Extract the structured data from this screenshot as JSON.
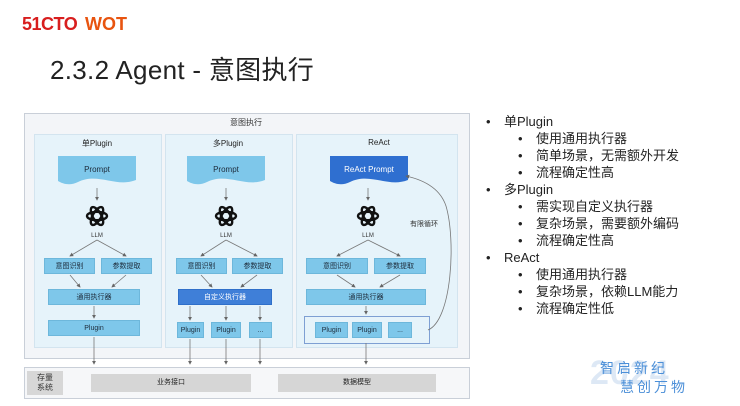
{
  "header": {
    "logo_51cto": "51CTO",
    "logo_wot": "WOT",
    "title": "2.3.2 Agent - 意图执行"
  },
  "diagram": {
    "outer_title": "意图执行",
    "columns": [
      {
        "title": "单Plugin",
        "prompt": "Prompt",
        "llm": "LLM",
        "intent": "意图识别",
        "param": "参数提取",
        "executor": "通用执行器",
        "plugins": [
          "Plugin"
        ]
      },
      {
        "title": "多Plugin",
        "prompt": "Prompt",
        "llm": "LLM",
        "intent": "意图识别",
        "param": "参数提取",
        "executor": "自定义执行器",
        "plugins": [
          "Plugin",
          "Plugin",
          "..."
        ]
      },
      {
        "title": "ReAct",
        "prompt": "ReAct Prompt",
        "llm": "LLM",
        "intent": "意图识别",
        "param": "参数提取",
        "executor": "通用执行器",
        "plugins": [
          "Plugin",
          "Plugin",
          "..."
        ]
      }
    ],
    "loop_label": "有限循环",
    "bottom": {
      "store_label": "存量系统",
      "store_line1": "存量",
      "store_line2": "系统",
      "business_api": "业务接口",
      "data_model": "数据模型"
    }
  },
  "bullets": [
    {
      "title": "单Plugin",
      "items": [
        "使用通用执行器",
        "简单场景，无需额外开发",
        "流程确定性高"
      ]
    },
    {
      "title": "多Plugin",
      "items": [
        "需实现自定义执行器",
        "复杂场景，需要额外编码",
        "流程确定性高"
      ]
    },
    {
      "title": "ReAct",
      "items": [
        "使用通用执行器",
        "复杂场景，依赖LLM能力",
        "流程确定性低"
      ]
    }
  ],
  "watermark": {
    "line1": "智启新纪",
    "line2": "慧创万物",
    "year": "2024"
  },
  "colors": {
    "light_box": "#7ec7ea",
    "blue_box": "#3f7fd8",
    "column_bg": "#e6f3fa",
    "logo_red": "#d81e1e",
    "logo_orange": "#e8540f"
  }
}
